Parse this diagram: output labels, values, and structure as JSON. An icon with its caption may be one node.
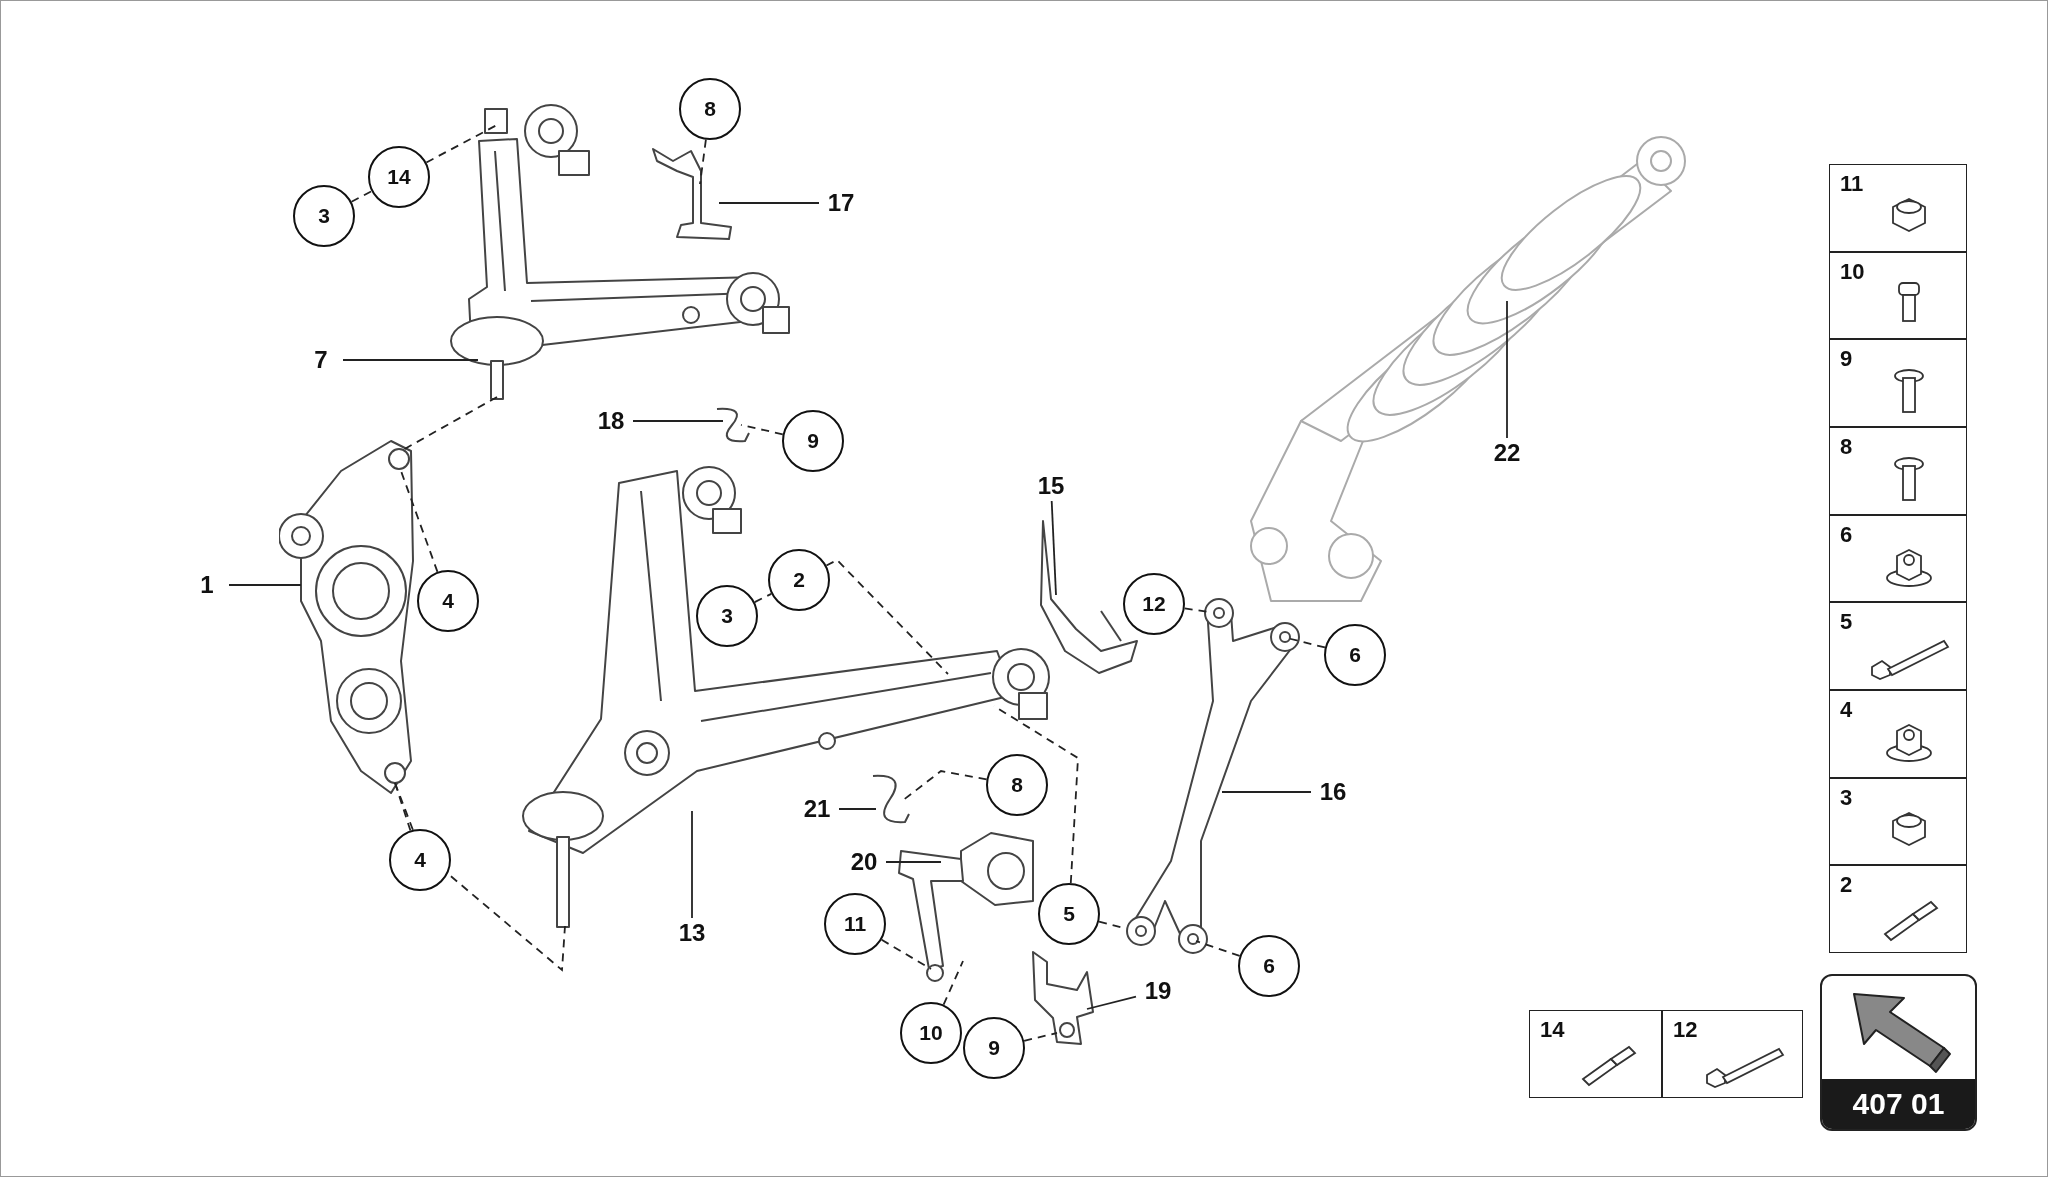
{
  "diagram": {
    "nodes": [
      {
        "text": [
          "8"
        ]
      },
      {
        "text": [],
        "shape": "picture"
      },
      {
        "text": [
          "14"
        ]
      },
      {
        "text": [
          "3"
        ]
      },
      {
        "text": [
          "17"
        ]
      },
      {
        "text": [],
        "shape": "picture"
      },
      {
        "text": [
          "7"
        ]
      },
      {
        "text": [
          "18"
        ]
      },
      {
        "text": [],
        "shape": "picture"
      },
      {
        "text": [
          "9"
        ]
      },
      {
        "text": [
          "22"
        ]
      },
      {
        "text": [],
        "shape": "picture"
      },
      {
        "text": [
          "15"
        ]
      },
      {
        "text": [],
        "shape": "picture"
      },
      {
        "text": [],
        "shape": "picture"
      },
      {
        "text": [
          "1"
        ]
      },
      {
        "text": [
          "4"
        ]
      },
      {
        "text": [
          "2"
        ]
      },
      {
        "text": [
          "3"
        ]
      },
      {
        "text": [],
        "shape": "picture"
      },
      {
        "text": [
          "12"
        ]
      },
      {
        "text": [
          "6"
        ]
      },
      {
        "text": [],
        "shape": "picture"
      },
      {
        "text": [
          "8"
        ]
      },
      {
        "text": [
          "16"
        ]
      },
      {
        "text": [
          "21"
        ]
      },
      {
        "text": [],
        "shape": "picture"
      },
      {
        "text": [
          "20"
        ]
      },
      {
        "text": [],
        "shape": "picture"
      },
      {
        "text": [
          "4"
        ]
      },
      {
        "text": [
          "5"
        ]
      },
      {
        "text": [
          "11"
        ]
      },
      {
        "text": [
          "13"
        ]
      },
      {
        "text": [
          "6"
        ]
      },
      {
        "text": [
          "19"
        ]
      },
      {
        "text": [],
        "shape": "picture"
      },
      {
        "text": [
          "10"
        ]
      },
      {
        "text": [
          "9"
        ]
      },
      {
        "text": [
          "11"
        ]
      },
      {
        "text": [
          "10"
        ]
      },
      {
        "text": [
          "9"
        ]
      },
      {
        "text": [
          "8"
        ]
      },
      {
        "text": [
          "6"
        ]
      },
      {
        "text": [
          "5"
        ]
      },
      {
        "text": [
          "4"
        ]
      },
      {
        "text": [
          "3"
        ]
      },
      {
        "text": [
          "2"
        ]
      },
      {
        "text": [
          "14"
        ]
      },
      {
        "text": [
          "12"
        ]
      },
      {
        "text": [
          "407 01"
        ]
      }
    ],
    "edges": [
      {
        "from": 2,
        "to": 5,
        "arrow": "none",
        "style": "dashed"
      },
      {
        "from": 3,
        "to": 2,
        "arrow": "none",
        "style": "dashed"
      },
      {
        "from": 0,
        "to": 1,
        "arrow": "none",
        "style": "dashed"
      },
      {
        "from": 4,
        "to": 1,
        "arrow": "none"
      },
      {
        "from": 6,
        "to": 5,
        "arrow": "none"
      },
      {
        "from": 7,
        "to": 8,
        "arrow": "none"
      },
      {
        "from": 9,
        "to": 8,
        "arrow": "none",
        "style": "dashed"
      },
      {
        "from": 10,
        "to": 11,
        "arrow": "none"
      },
      {
        "from": 12,
        "to": 13,
        "arrow": "none"
      },
      {
        "from": 15,
        "to": 14,
        "arrow": "none"
      },
      {
        "from": 16,
        "to": 14,
        "arrow": "none",
        "style": "dashed"
      },
      {
        "from": 29,
        "to": 14,
        "arrow": "none",
        "style": "dashed"
      },
      {
        "from": 17,
        "to": 19,
        "arrow": "none",
        "style": "dashed"
      },
      {
        "from": 18,
        "to": 17,
        "arrow": "none",
        "style": "dashed"
      },
      {
        "from": 5,
        "to": 14,
        "arrow": "none",
        "style": "dashed"
      },
      {
        "from": 14,
        "to": 19,
        "arrow": "none",
        "style": "dashed"
      },
      {
        "from": 32,
        "to": 19,
        "arrow": "none"
      },
      {
        "from": 20,
        "to": 22,
        "arrow": "none",
        "style": "dashed"
      },
      {
        "from": 21,
        "to": 22,
        "arrow": "none",
        "style": "dashed"
      },
      {
        "from": 24,
        "to": 22,
        "arrow": "none"
      },
      {
        "from": 33,
        "to": 22,
        "arrow": "none",
        "style": "dashed"
      },
      {
        "from": 30,
        "to": 22,
        "arrow": "none",
        "style": "dashed"
      },
      {
        "from": 30,
        "to": 19,
        "arrow": "none",
        "style": "dashed"
      },
      {
        "from": 23,
        "to": 26,
        "arrow": "none",
        "style": "dashed"
      },
      {
        "from": 25,
        "to": 26,
        "arrow": "none"
      },
      {
        "from": 27,
        "to": 28,
        "arrow": "none"
      },
      {
        "from": 31,
        "to": 28,
        "arrow": "none",
        "style": "dashed"
      },
      {
        "from": 36,
        "to": 28,
        "arrow": "none",
        "style": "dashed"
      },
      {
        "from": 37,
        "to": 35,
        "arrow": "none",
        "style": "dashed"
      },
      {
        "from": 34,
        "to": 35,
        "arrow": "none"
      }
    ]
  }
}
